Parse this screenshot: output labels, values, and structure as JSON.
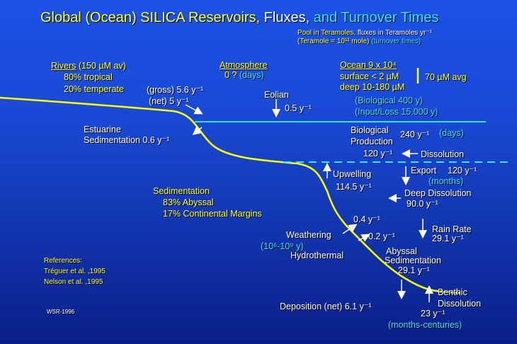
{
  "title": {
    "part1": "Global (Ocean) SILICA Reservoirs,",
    "part2": " Fluxes,",
    "part3": " and Turnover Times"
  },
  "legend": {
    "pool": "Pool in Teramoles,",
    "fluxes": " fluxes in Teramoles yr⁻¹",
    "teramole": "(Teramole = 10¹² mole)",
    "turnover": " (turnover times)"
  },
  "rivers": {
    "label": "Rivers",
    "avg": " (150 µM av)",
    "tropical": "80% tropical",
    "temperate": "20% temperate",
    "gross": "(gross) 5.6 y⁻¹",
    "net": "(net) 5 y⁻¹"
  },
  "atmosphere": {
    "label": "Atmosphere",
    "value": "0 ? ",
    "time": "(days)"
  },
  "eolian": {
    "label": "Eolian",
    "value": "0.5 y⁻¹"
  },
  "ocean": {
    "label": "Ocean  9 x 10⁴",
    "surface": "surface < 2 µM",
    "deep": "deep 10-180 µM",
    "avg": "70 µM  avg",
    "bio_time": "(Biological 400 y)",
    "input_time": "(Input/Loss 15,000 y)"
  },
  "estuarine": {
    "line1": "Estuarine",
    "line2": "Sedimentation 0.6 y⁻¹"
  },
  "production": {
    "line1": "Biological",
    "line2": "Production",
    "value": "240 y⁻¹",
    "time": "(days)",
    "dissolution_value": "120 y⁻¹",
    "dissolution": "Dissolution"
  },
  "upwelling": {
    "label": "Upwelling",
    "value": "114.5 y⁻¹"
  },
  "export": {
    "label": "Export",
    "value": "120 y⁻¹",
    "time": "(months)"
  },
  "deep_dissolution": {
    "label": "Deep Dissolution",
    "value": "90.0 y⁻¹"
  },
  "sedimentation": {
    "label": "Sedimentation",
    "abyssal": "83% Abyssal",
    "margins": "17% Continental Margins"
  },
  "weathering": {
    "value": "0.4 y⁻¹",
    "label": "Weathering",
    "time": "(10⁶-10⁹ y)"
  },
  "hydrothermal": {
    "value": "0.2 y⁻¹",
    "label": "Hydrothermal"
  },
  "rain": {
    "label": "Rain Rate",
    "value": "29.1 y⁻¹"
  },
  "abyssal": {
    "line1": "Abyssal",
    "line2": "Sedimentation",
    "value": "29.1 y⁻¹"
  },
  "benthic": {
    "line1": "Benthic",
    "line2": "Dissolution",
    "value": "23 y⁻¹",
    "time": "(months-centuries)"
  },
  "deposition": "Deposition (net) 6.1 y⁻¹",
  "references": {
    "title": "References:",
    "ref1": "Tréguer et al. ,1995",
    "ref2": "Nelson et al. ,1995"
  },
  "credit": "WSR-1996",
  "colors": {
    "yellow": "#ffff33",
    "cyan": "#33e6ff"
  }
}
